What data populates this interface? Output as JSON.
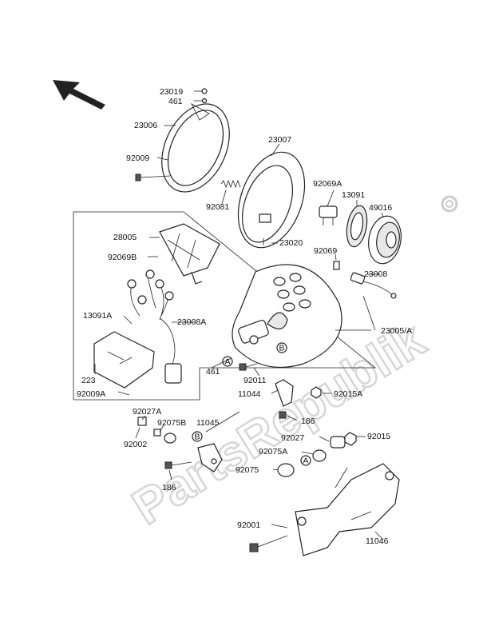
{
  "watermark": "PartsRepublik",
  "labels": {
    "l_23019": "23019",
    "l_461_top": "461",
    "l_23006": "23006",
    "l_92009": "92009",
    "l_23007": "23007",
    "l_92081": "92081",
    "l_92069A": "92069A",
    "l_13091": "13091",
    "l_49016": "49016",
    "l_28005": "28005",
    "l_23020": "23020",
    "l_92069B": "92069B",
    "l_92069": "92069",
    "l_23008": "23008",
    "l_13091A": "13091A",
    "l_23008A": "23008A",
    "l_23005A": "23005/A",
    "l_223": "223",
    "l_92009A": "92009A",
    "l_461_mid": "461",
    "l_92011": "92011",
    "l_11044": "11044",
    "l_92015A": "92015A",
    "l_92027A": "92027A",
    "l_92075B": "92075B",
    "l_11045": "11045",
    "l_186_a": "186",
    "l_92002": "92002",
    "l_92027": "92027",
    "l_92015": "92015",
    "l_92075A": "92075A",
    "l_92075": "92075",
    "l_186_b": "186",
    "l_92001": "92001",
    "l_11046": "11046",
    "marker_a": "A",
    "marker_b": "B"
  }
}
